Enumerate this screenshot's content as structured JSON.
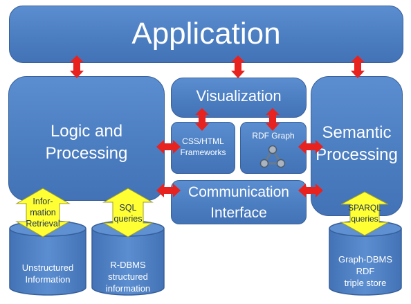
{
  "application": {
    "label": "Application"
  },
  "logic": {
    "line1": "Logic and",
    "line2": "Processing"
  },
  "visualization": {
    "label": "Visualization"
  },
  "css_html": {
    "line1": "CSS/HTML",
    "line2": "Frameworks"
  },
  "rdf_graph": {
    "label": "RDF Graph"
  },
  "semantic": {
    "line1": "Semantic",
    "line2": "Processing"
  },
  "communication": {
    "line1": "Communication",
    "line2": "Interface"
  },
  "info_retrieval": {
    "line1": "Infor-",
    "line2": "mation",
    "line3": "Retrieval"
  },
  "sql": {
    "line1": "SQL",
    "line2": "queries"
  },
  "sparql": {
    "line1": "SPARQL",
    "line2": "queries"
  },
  "unstructured": {
    "line1": "Unstructured",
    "line2": "Information"
  },
  "rdbms": {
    "line1": "R-DBMS",
    "line2": "structured",
    "line3": "information"
  },
  "graphdb": {
    "line1": "Graph-DBMS",
    "line2": "RDF",
    "line3": "triple store"
  },
  "colors": {
    "box": "#4a7cc0",
    "arrow": "#e8221f",
    "yellow": "#ffff33"
  }
}
